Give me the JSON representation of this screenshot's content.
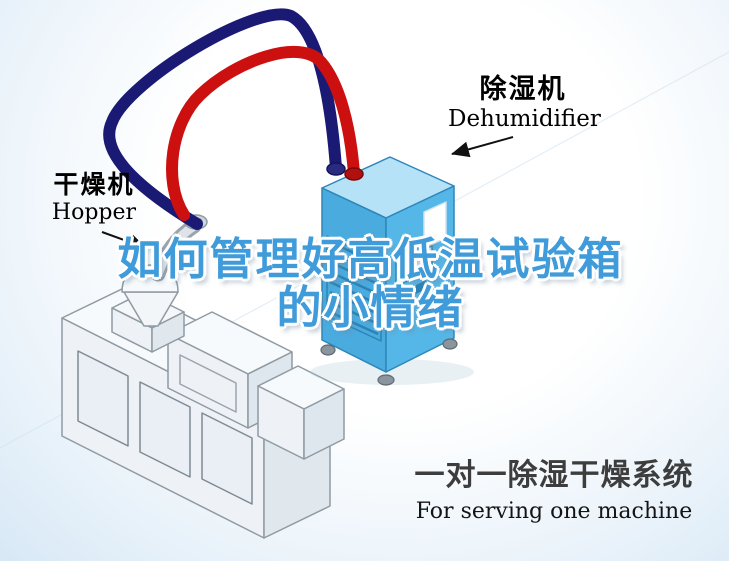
{
  "title": {
    "line1": "如何管理好高低温试验箱",
    "line2": "的小情绪",
    "color": "#3f9bd9"
  },
  "labels": {
    "dehumidifier": {
      "cn": "除湿机",
      "en": "Dehumidifier"
    },
    "hopper": {
      "cn": "干燥机",
      "en": "Hopper"
    }
  },
  "caption": {
    "cn": "一对一除湿干燥系统",
    "en": "For serving one machine",
    "color": "#3d3d3d"
  },
  "colors": {
    "supply_hose": "#1a1a75",
    "return_hose": "#cc1010",
    "dehumidifier_top": "#b5e2f7",
    "dehumidifier_body": "#4aabdf",
    "dehumidifier_side": "#55b7e8",
    "machine_outline": "#8f9aa3",
    "arrow": "#111111",
    "background_tint": "#d7e8f6"
  }
}
